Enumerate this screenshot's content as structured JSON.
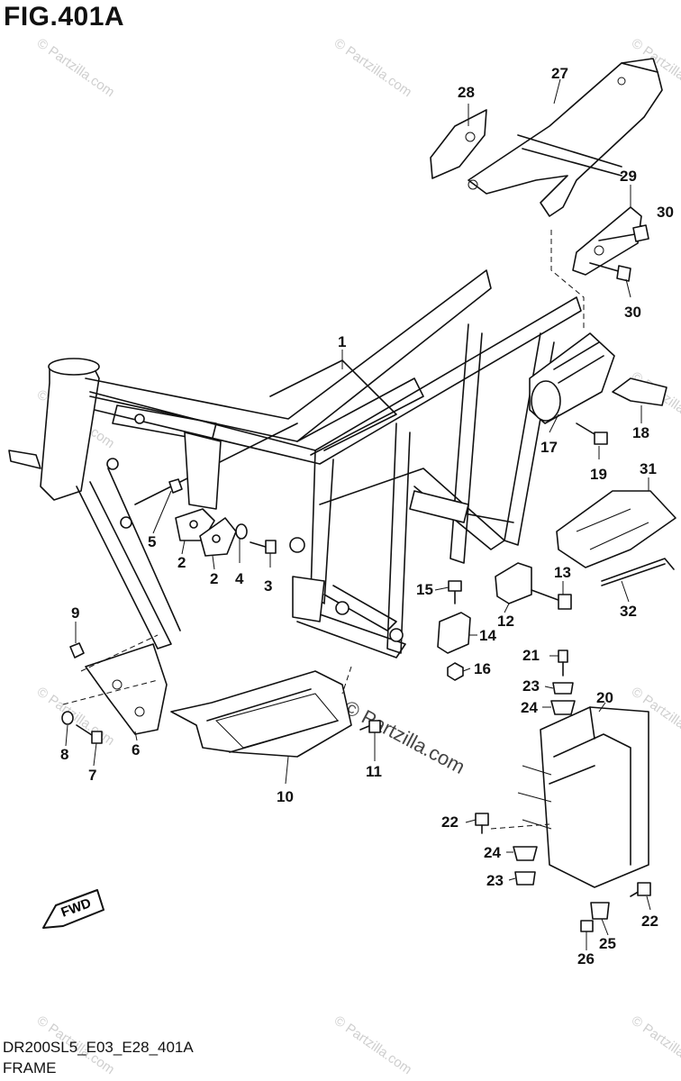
{
  "figure": {
    "title": "FIG.401A",
    "code": "DR200SL5_E03_E28_401A",
    "name": "FRAME"
  },
  "direction_badge": "FWD",
  "watermark": "© Partzilla.com",
  "callouts": {
    "c1": "1",
    "c2a": "2",
    "c2b": "2",
    "c3": "3",
    "c4": "4",
    "c5": "5",
    "c6": "6",
    "c7": "7",
    "c8": "8",
    "c9": "9",
    "c10": "10",
    "c11": "11",
    "c12": "12",
    "c13": "13",
    "c14": "14",
    "c15": "15",
    "c16": "16",
    "c17": "17",
    "c18": "18",
    "c19": "19",
    "c20": "20",
    "c21": "21",
    "c22a": "22",
    "c22b": "22",
    "c23a": "23",
    "c23b": "23",
    "c24a": "24",
    "c24b": "24",
    "c25": "25",
    "c26": "26",
    "c27": "27",
    "c28": "28",
    "c29": "29",
    "c30a": "30",
    "c30b": "30",
    "c31": "31",
    "c32": "32"
  }
}
